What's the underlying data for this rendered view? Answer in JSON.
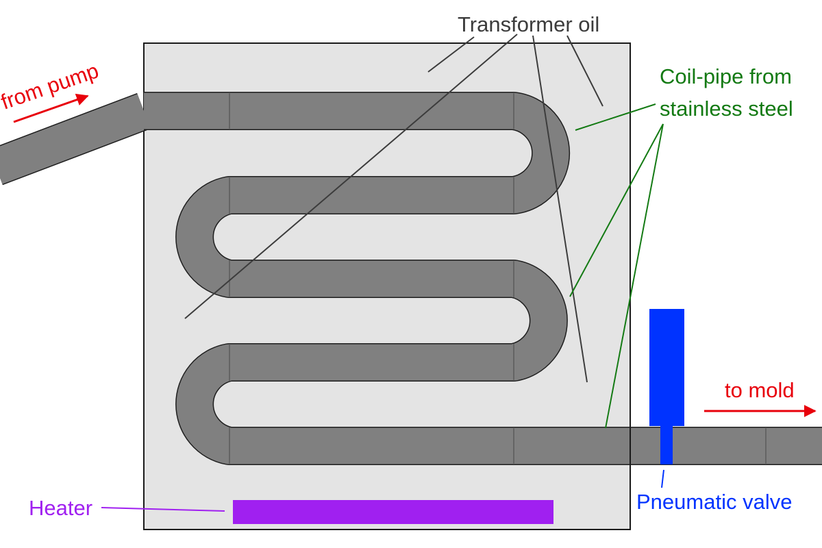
{
  "labels": {
    "transformer_oil": "Transformer oil",
    "coil_pipe_line1": "Coil-pipe from",
    "coil_pipe_line2": "stainless steel",
    "from_pump": "from pump",
    "to_mold": "to mold",
    "heater": "Heater",
    "pneumatic_valve": "Pneumatic valve"
  },
  "colors": {
    "tank_fill": "#e4e4e4",
    "tank_border": "#1a1a1a",
    "pipe": "#808080",
    "heater": "#a020f0",
    "valve": "#0033ff",
    "arrow": "#e8000b",
    "coil_label": "#137a13",
    "oil_label": "#3c3c3c",
    "heater_label": "#a020f0",
    "valve_label": "#0033ff"
  }
}
